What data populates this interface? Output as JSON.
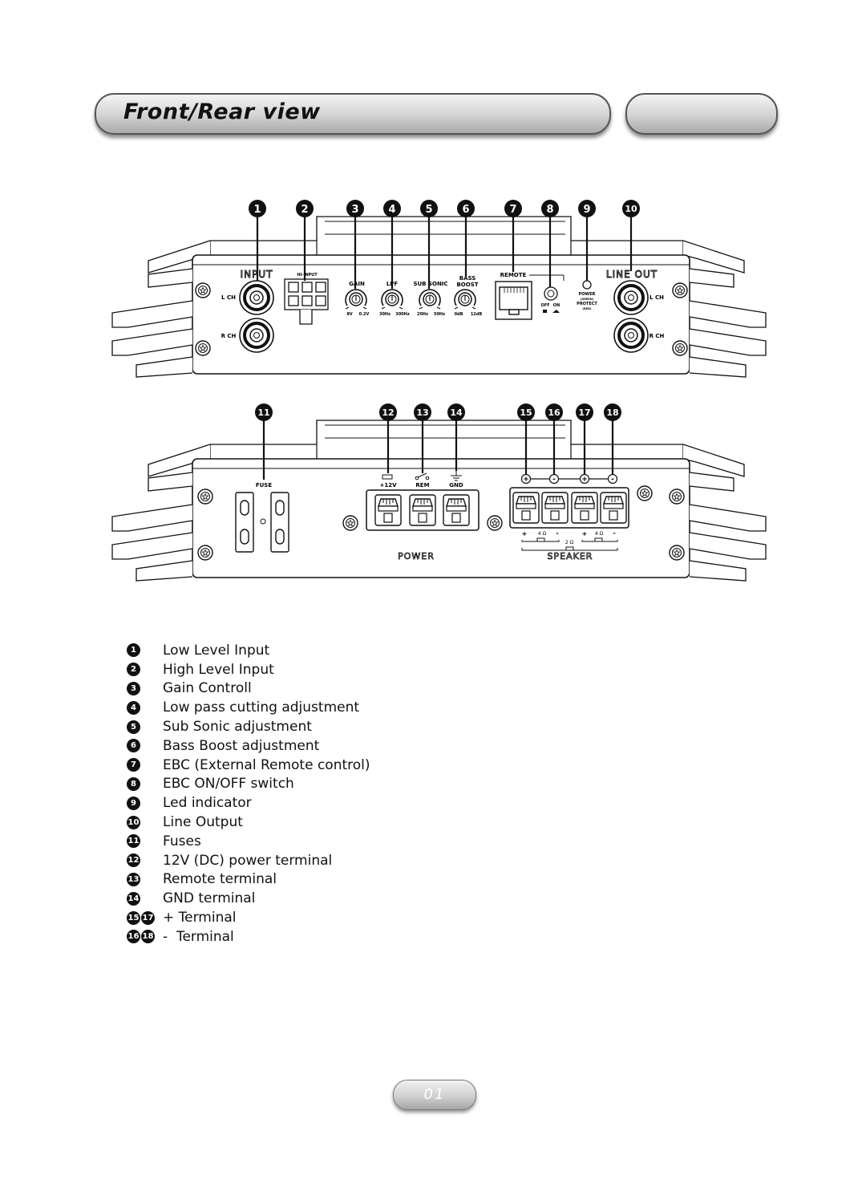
{
  "header": {
    "title": "Front/Rear view"
  },
  "front_callouts": [
    "1",
    "2",
    "3",
    "4",
    "5",
    "6",
    "7",
    "8",
    "9",
    "10"
  ],
  "rear_callouts": [
    "11",
    "12",
    "13",
    "14",
    "15",
    "16",
    "17",
    "18"
  ],
  "front_panel": {
    "input_label": "INPUT",
    "line_out_label": "LINE OUT",
    "l_ch": "L CH",
    "r_ch": "R CH",
    "hi_input": "HI-INPUT",
    "gain": "GAIN",
    "gain_min": "8V",
    "gain_max": "0.2V",
    "lpf": "LPF",
    "lpf_min": "30Hz",
    "lpf_max": "300Hz",
    "sub_sonic": "SUB SONIC",
    "sub_min": "20Hz",
    "sub_max": "50Hz",
    "bass": "BASS",
    "boost": "BOOST",
    "bass_min": "0dB",
    "bass_max": "12dB",
    "remote": "REMOTE",
    "off": "OFF",
    "on": "ON",
    "power": "POWER",
    "green": "(GREEN)",
    "protect": "PROTECT",
    "red": "(RED)"
  },
  "rear_panel": {
    "fuse": "FUSE",
    "plus12v": "+12V",
    "rem": "REM",
    "gnd": "GND",
    "power_label": "POWER",
    "speaker_label": "SPEAKER",
    "plus": "+",
    "minus": "-",
    "ohm4": "4 Ω",
    "ohm2": "2 Ω"
  },
  "legend": [
    {
      "badges": [
        "1"
      ],
      "label": "Low Level Input"
    },
    {
      "badges": [
        "2"
      ],
      "label": "High Level Input"
    },
    {
      "badges": [
        "3"
      ],
      "label": "Gain Controll"
    },
    {
      "badges": [
        "4"
      ],
      "label": "Low pass cutting adjustment"
    },
    {
      "badges": [
        "5"
      ],
      "label": "Sub Sonic adjustment"
    },
    {
      "badges": [
        "6"
      ],
      "label": "Bass Boost adjustment"
    },
    {
      "badges": [
        "7"
      ],
      "label": "EBC (External Remote control)"
    },
    {
      "badges": [
        "8"
      ],
      "label": "EBC ON/OFF switch"
    },
    {
      "badges": [
        "9"
      ],
      "label": "Led indicator"
    },
    {
      "badges": [
        "10"
      ],
      "label": "Line Output"
    },
    {
      "badges": [
        "11"
      ],
      "label": "Fuses"
    },
    {
      "badges": [
        "12"
      ],
      "label": "12V (DC) power terminal"
    },
    {
      "badges": [
        "13"
      ],
      "label": "Remote terminal"
    },
    {
      "badges": [
        "14"
      ],
      "label": "GND terminal"
    },
    {
      "badges": [
        "15",
        "17"
      ],
      "label": "+ Terminal"
    },
    {
      "badges": [
        "16",
        "18"
      ],
      "label": "-  Terminal"
    }
  ],
  "footer": {
    "page_number": "01"
  }
}
